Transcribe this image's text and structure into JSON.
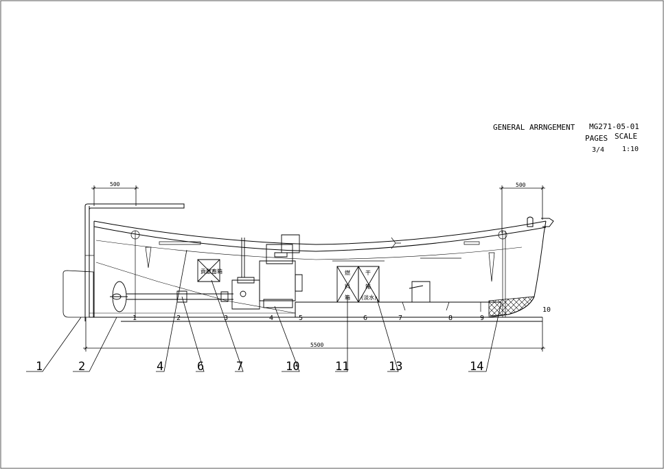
{
  "title_block": {
    "drawing_title": "GENERAL ARRNGEMENT",
    "drawing_number": "MG271-05-01",
    "pages_label": "PAGES",
    "pages_value": "3/4",
    "scale_label": "SCALE",
    "scale_value": "1:10"
  },
  "dimensions": {
    "aft_offset": "500",
    "fwd_offset": "500",
    "overall_length": "5500"
  },
  "stations": [
    "1",
    "2",
    "3",
    "4",
    "5",
    "6",
    "7",
    "8",
    "9",
    "10"
  ],
  "callouts": [
    "1",
    "2",
    "4",
    "6",
    "7",
    "10",
    "11",
    "13",
    "14"
  ],
  "box_labels": {
    "equipment_box": "貢獻畜箱",
    "fuel_tank": [
      "燃",
      "料",
      "箱"
    ],
    "water_tank": [
      "干",
      "箱",
      "(淡水)"
    ]
  },
  "colors": {
    "line": "#000000",
    "background": "#ffffff",
    "frame": "#555555"
  }
}
